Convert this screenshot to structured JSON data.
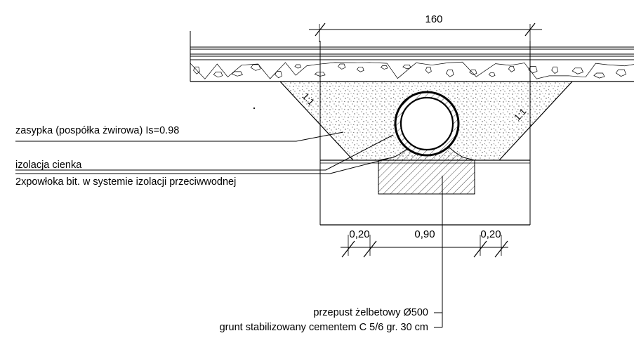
{
  "dimensions": {
    "top_width": "160",
    "left_offset": "0,20",
    "middle_width": "0,90",
    "right_offset": "0,20"
  },
  "slopes": {
    "left": "1:1",
    "right": "1:1"
  },
  "labels": {
    "backfill": "zasypka (pospółka żwirowa) Is=0.98",
    "insulation_title": "izolacja cienka",
    "insulation_detail": "2xpowłoka bit. w systemie izolacji przeciwwodnej",
    "culvert": "przepust żelbetowy Ø500",
    "subgrade": "grunt stabilizowany cementem C 5/6 gr. 30 cm"
  },
  "colors": {
    "line": "#000000",
    "background": "#ffffff"
  }
}
